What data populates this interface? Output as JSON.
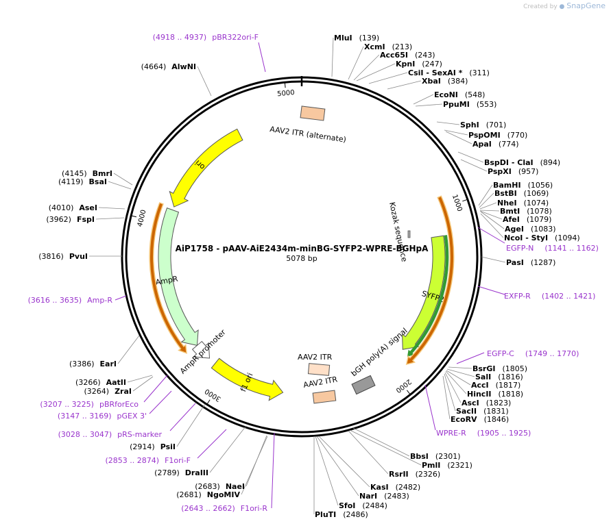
{
  "credit": {
    "prefix": "Created by",
    "brand": "SnapGene"
  },
  "plasmid": {
    "name": "AiP1758 - pAAV-AiE2434m-minBG-SYFP2-WPRE-BGHpA",
    "length_label": "5078 bp",
    "length": 5078
  },
  "ticks": [
    {
      "pos": 1000,
      "label": "1000"
    },
    {
      "pos": 2000,
      "label": "2000"
    },
    {
      "pos": 3000,
      "label": "3000"
    },
    {
      "pos": 4000,
      "label": "4000"
    },
    {
      "pos": 5000,
      "label": "5000"
    }
  ],
  "features": [
    {
      "name": "ori",
      "start": 4110,
      "end": 4700,
      "dir": -1,
      "color": "#ffff00",
      "ring": 0,
      "label": "ori"
    },
    {
      "name": "AmpR",
      "start": 3240,
      "end": 4090,
      "dir": -1,
      "color": "#ccffcc",
      "ring": 0,
      "label": "AmpR"
    },
    {
      "name": "AmpR promoter",
      "start": 3135,
      "end": 3240,
      "dir": -1,
      "color": "#ffffff",
      "ring": 0,
      "label": "AmpR promoter"
    },
    {
      "name": "f1 ori",
      "start": 2650,
      "end": 3090,
      "dir": -1,
      "color": "#ffff00",
      "ring": 0,
      "label": "f1 ori"
    },
    {
      "name": "SYFP2",
      "start": 1150,
      "end": 1870,
      "dir": 1,
      "color": "#ccff33",
      "ring": 0,
      "label": "SYFP2"
    },
    {
      "name": "SYFP2 inner",
      "start": 1150,
      "end": 1880,
      "dir": 1,
      "color": "#339933",
      "ring": 1,
      "label": ""
    },
    {
      "name": "WPRE span",
      "start": 940,
      "end": 1910,
      "dir": 1,
      "color": "#cc6600",
      "ring": 2,
      "label": ""
    },
    {
      "name": "AmpR span",
      "start": 3250,
      "end": 4100,
      "dir": -1,
      "color": "#cc6600",
      "ring": 2,
      "label": ""
    }
  ],
  "boxes": [
    {
      "label": "AAV2 ITR (alternate)",
      "color": "#f7c8a0"
    },
    {
      "label": "AAV2 ITR",
      "color": "#ffe0c8"
    },
    {
      "label": "AAV2 ITR",
      "color": "#f7c8a0"
    },
    {
      "label": "bGH poly(A) signal",
      "color": "#999999"
    },
    {
      "label": "Kozak sequence",
      "color": "#aaaaaa"
    }
  ],
  "sites_right": [
    {
      "name": "MluI",
      "pos": "(139)"
    },
    {
      "name": "XcmI",
      "pos": "(213)"
    },
    {
      "name": "Acc65I",
      "pos": "(243)"
    },
    {
      "name": "KpnI",
      "pos": "(247)"
    },
    {
      "name": "CsiI  - SexAI *",
      "pos": "(311)"
    },
    {
      "name": "XbaI",
      "pos": "(384)"
    },
    {
      "name": "EcoNI",
      "pos": "(548)"
    },
    {
      "name": "PpuMI",
      "pos": "(553)"
    },
    {
      "name": "SphI",
      "pos": "(701)"
    },
    {
      "name": "PspOMI",
      "pos": "(770)"
    },
    {
      "name": "ApaI",
      "pos": "(774)"
    },
    {
      "name": "BspDI  - ClaI",
      "pos": "(894)"
    },
    {
      "name": "PspXI",
      "pos": "(957)"
    },
    {
      "name": "BamHI",
      "pos": "(1056)"
    },
    {
      "name": "BstBI",
      "pos": "(1069)"
    },
    {
      "name": "NheI",
      "pos": "(1074)"
    },
    {
      "name": "BmtI",
      "pos": "(1078)"
    },
    {
      "name": "AfeI",
      "pos": "(1079)"
    },
    {
      "name": "AgeI",
      "pos": "(1083)"
    },
    {
      "name": "NcoI  - StyI",
      "pos": "(1094)"
    },
    {
      "name": "PasI",
      "pos": "(1287)"
    },
    {
      "name": "BsrGI",
      "pos": "(1805)"
    },
    {
      "name": "SalI",
      "pos": "(1816)"
    },
    {
      "name": "AccI",
      "pos": "(1817)"
    },
    {
      "name": "HincII",
      "pos": "(1818)"
    },
    {
      "name": "AscI",
      "pos": "(1823)"
    },
    {
      "name": "SacII",
      "pos": "(1831)"
    },
    {
      "name": "EcoRV",
      "pos": "(1846)"
    },
    {
      "name": "BbsI",
      "pos": "(2301)"
    },
    {
      "name": "PmlI",
      "pos": "(2321)"
    },
    {
      "name": "RsrII",
      "pos": "(2326)"
    },
    {
      "name": "KasI",
      "pos": "(2482)"
    },
    {
      "name": "NarI",
      "pos": "(2483)"
    },
    {
      "name": "SfoI",
      "pos": "(2484)"
    },
    {
      "name": "PluTI",
      "pos": "(2486)"
    }
  ],
  "sites_left": [
    {
      "name": "AlwNI",
      "pos": "(4664)"
    },
    {
      "name": "BmrI",
      "pos": "(4145)"
    },
    {
      "name": "BsaI",
      "pos": "(4119)"
    },
    {
      "name": "AseI",
      "pos": "(4010)"
    },
    {
      "name": "FspI",
      "pos": "(3962)"
    },
    {
      "name": "PvuI",
      "pos": "(3816)"
    },
    {
      "name": "EarI",
      "pos": "(3386)"
    },
    {
      "name": "AatII",
      "pos": "(3266)"
    },
    {
      "name": "ZraI",
      "pos": "(3264)"
    },
    {
      "name": "PsiI",
      "pos": "(2914)"
    },
    {
      "name": "DraIII",
      "pos": "(2789)"
    },
    {
      "name": "NaeI",
      "pos": "(2683)"
    },
    {
      "name": "NgoMIV",
      "pos": "(2681)"
    }
  ],
  "primers": [
    {
      "name": "pBR322ori-F",
      "range": "(4918 .. 4937)"
    },
    {
      "name": "EGFP-N",
      "range": "(1141 .. 1162)"
    },
    {
      "name": "EXFP-R",
      "range": "(1402 .. 1421)"
    },
    {
      "name": "EGFP-C",
      "range": "(1749 .. 1770)"
    },
    {
      "name": "WPRE-R",
      "range": "(1905 .. 1925)"
    },
    {
      "name": "Amp-R",
      "range": "(3616 .. 3635)"
    },
    {
      "name": "pBRforEco",
      "range": "(3207 .. 3225)"
    },
    {
      "name": "pGEX 3'",
      "range": "(3147 .. 3169)"
    },
    {
      "name": "pRS-marker",
      "range": "(3028 .. 3047)"
    },
    {
      "name": "F1ori-F",
      "range": "(2853 .. 2874)"
    },
    {
      "name": "F1ori-R",
      "range": "(2643 .. 2662)"
    }
  ],
  "colors": {
    "site_text": "#000000",
    "primer_text": "#9933cc",
    "backbone": "#000000",
    "leader": "#888888"
  }
}
